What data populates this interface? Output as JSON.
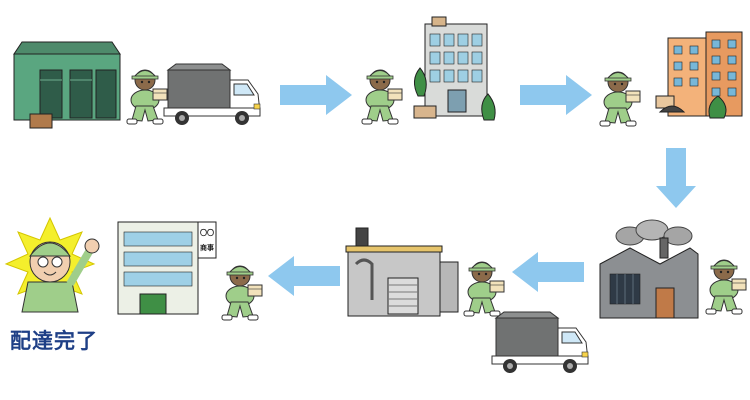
{
  "flow": {
    "steps": [
      {
        "id": "warehouse-loading"
      },
      {
        "id": "office-building-delivery"
      },
      {
        "id": "apartment-delivery"
      },
      {
        "id": "factory-delivery"
      },
      {
        "id": "plant-delivery"
      },
      {
        "id": "company-delivery"
      }
    ],
    "completion_label": "配達完了"
  },
  "signboard": {
    "line1": "〇〇",
    "line2": "商事"
  },
  "colors": {
    "arrow": "#8ec8ee",
    "worker_uniform": "#9fce8a",
    "label": "#1e3f86"
  }
}
